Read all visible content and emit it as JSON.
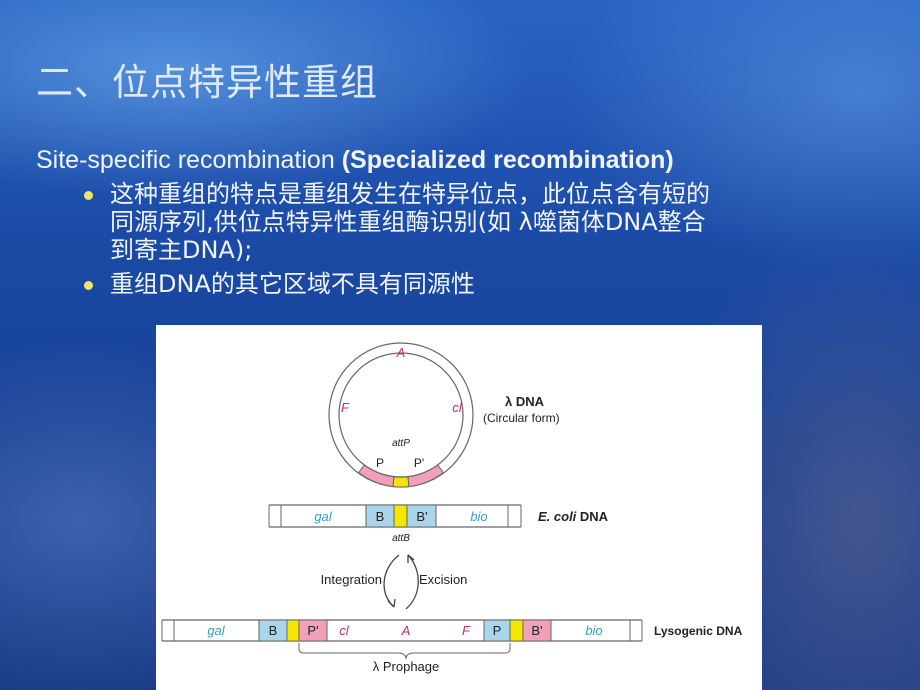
{
  "slide": {
    "title": "二、位点特异性重组",
    "subtitle_plain": "Site-specific recombination ",
    "subtitle_bold": "(Specialized recombination)",
    "bullets": [
      "这种重组的特点是重组发生在特异位点，此位点含有短的\n同源序列,供位点特异性重组酶识别(如 λ噬菌体DNA整合\n到寄主DNA);",
      "重组DNA的其它区域不具有同源性"
    ]
  },
  "figure": {
    "circle": {
      "label_top": "A",
      "label_left": "F",
      "label_right": "cl",
      "site_label": "attP",
      "seg_p": "P",
      "seg_p_prime": "P'",
      "name": "λ DNA",
      "name_sub": "(Circular form)"
    },
    "ecoli": {
      "gal": "gal",
      "b": "B",
      "b_prime": "B'",
      "bio": "bio",
      "name_italic": "E. coli",
      "name_rest": " DNA",
      "site_label": "attB"
    },
    "arrows": {
      "integration": "Integration",
      "excision": "Excision"
    },
    "lysogenic": {
      "gal": "gal",
      "b1": "B",
      "p_prime": "P'",
      "cl": "cl",
      "a": "A",
      "f": "F",
      "p": "P",
      "b_prime": "B'",
      "bio": "bio",
      "name": "Lysogenic DNA",
      "prophage": "λ Prophage"
    },
    "colors": {
      "pink": "#f2a0b8",
      "yellow": "#f4e600",
      "blue": "#a9d6ec",
      "magenta_text": "#d0287a",
      "blue_text": "#3a9cc8",
      "line": "#666666"
    }
  }
}
